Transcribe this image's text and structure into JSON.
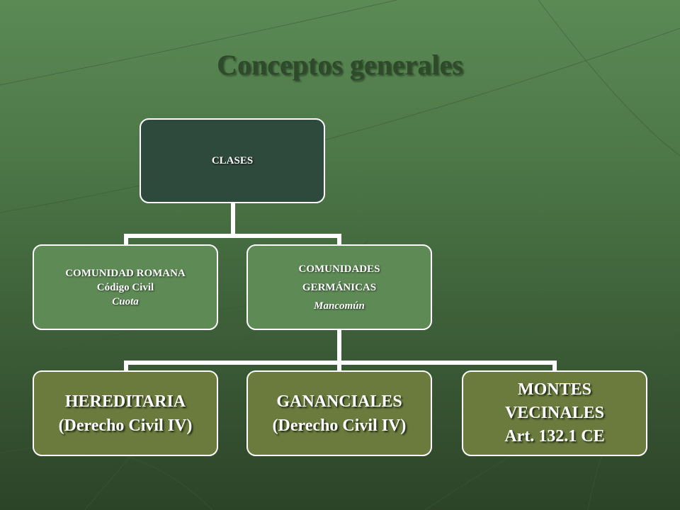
{
  "slide": {
    "title": "Conceptos generales",
    "colors": {
      "background_top": "#5b8a55",
      "background_bottom": "#2c4328",
      "root_fill": "#2e4a3c",
      "level1_fill": "#5e8a56",
      "level2_fill": "#6a7b3d",
      "connector": "#ffffff"
    }
  },
  "diagram": {
    "root": {
      "label": "CLASES"
    },
    "level1": [
      {
        "line1": "COMUNIDAD ROMANA",
        "line2": "Código Civil",
        "line3": "Cuota"
      },
      {
        "line1": "COMUNIDADES",
        "line2": "GERMÁNICAS",
        "line3": "Mancomún"
      }
    ],
    "level2": [
      {
        "line1": "HEREDITARIA",
        "line2": "(Derecho Civil IV)"
      },
      {
        "line1": "GANANCIALES",
        "line2": "(Derecho Civil IV)"
      },
      {
        "line1": "MONTES",
        "line2": "VECINALES",
        "line3": "Art. 132.1 CE"
      }
    ]
  }
}
